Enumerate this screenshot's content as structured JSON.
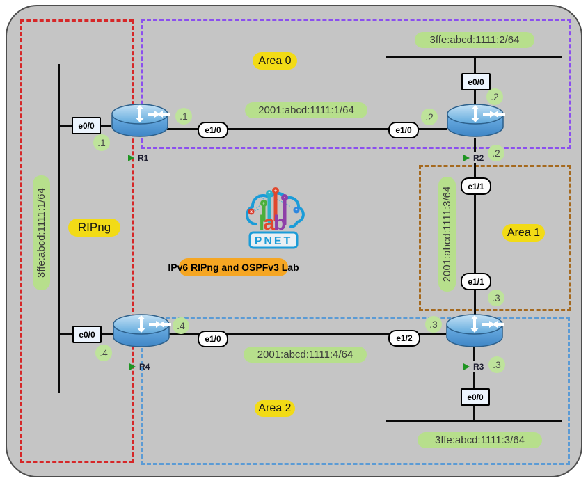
{
  "title": "IPv6 RIPng and OSPFv3 Lab",
  "logo": {
    "word_l": "l",
    "word_a": "a",
    "word_b": "b",
    "brand": "PNET"
  },
  "regions": {
    "ripng": {
      "label": "RIPng",
      "color": "#D62728"
    },
    "area0": {
      "label": "Area 0",
      "color": "#8B4FEF"
    },
    "area1": {
      "label": "Area 1",
      "color": "#A5691E"
    },
    "area2": {
      "label": "Area 2",
      "color": "#5B9BD5"
    }
  },
  "routers": {
    "r1": {
      "name": "R1"
    },
    "r2": {
      "name": "R2"
    },
    "r3": {
      "name": "R3"
    },
    "r4": {
      "name": "R4"
    }
  },
  "networks": {
    "left_lan": "3ffe:abcd:1111:1/64",
    "top_lan": "3ffe:abcd:1111:2/64",
    "bottom_lan": "3ffe:abcd:1111:3/64",
    "r1_r2_link": "2001:abcd:1111:1/64",
    "r2_r3_link": "2001:abcd:1111:3/64",
    "r4_r3_link": "2001:abcd:1111:4/64"
  },
  "interfaces": {
    "r1_e00": "e0/0",
    "r1_e10": "e1/0",
    "r2_e00": "e0/0",
    "r2_e10": "e1/0",
    "r2_e11": "e1/1",
    "r3_e00": "e0/0",
    "r3_e11": "e1/1",
    "r3_e12": "e1/2",
    "r4_e00": "e0/0",
    "r4_e10": "e1/0"
  },
  "host_ids": {
    "r1_lan": ".1",
    "r1_link": ".1",
    "r2_link": ".2",
    "r2_lan": ".2",
    "r2_name": ".2",
    "r3_link_top": ".3",
    "r3_link_left": ".3",
    "r3_name": ".3",
    "r4_link": ".4",
    "r4_lan": ".4"
  },
  "colors": {
    "canvas_bg": "#C5C5C5",
    "net_label_bg": "#B7DF8C",
    "area_label_bg": "#F2DB16",
    "title_bg": "#F5A623",
    "router_marker": "#1F9522",
    "logo_teal": "#1B9CD8"
  }
}
